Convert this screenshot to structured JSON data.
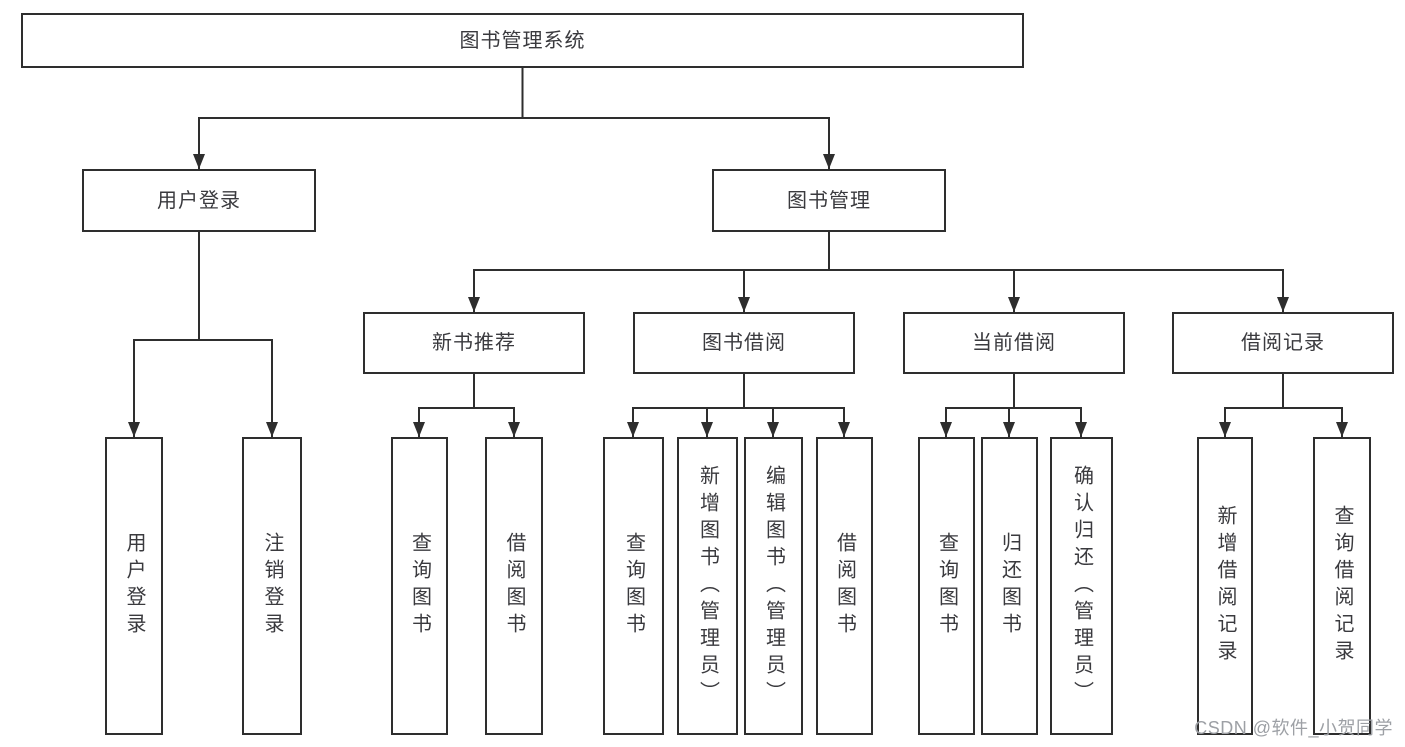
{
  "diagram": {
    "root": "图书管理系统",
    "branches": [
      {
        "label": "用户登录",
        "leaves": [
          "用户登录",
          "注销登录"
        ]
      },
      {
        "label": "图书管理",
        "groups": [
          {
            "label": "新书推荐",
            "leaves": [
              "查询图书",
              "借阅图书"
            ]
          },
          {
            "label": "图书借阅",
            "leaves": [
              "查询图书",
              "新增图书（管理员）",
              "编辑图书（管理员）",
              "借阅图书"
            ]
          },
          {
            "label": "当前借阅",
            "leaves": [
              "查询图书",
              "归还图书",
              "确认归还（管理员）"
            ]
          },
          {
            "label": "借阅记录",
            "leaves": [
              "新增借阅记录",
              "查询借阅记录"
            ]
          }
        ]
      }
    ],
    "colors": {
      "line": "#2e2e2e",
      "text": "#3a3a3e",
      "background": "#ffffff",
      "watermark": "#9da0a5"
    }
  },
  "watermark": {
    "text": "CSDN @软件_小贺同学"
  }
}
